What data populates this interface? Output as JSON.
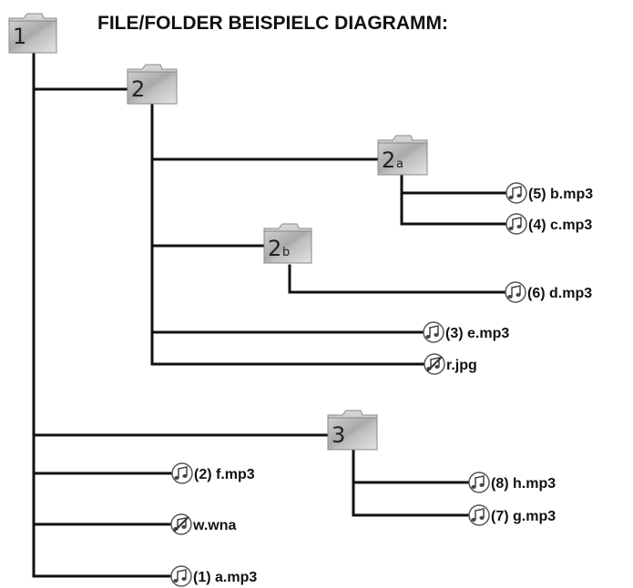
{
  "title": "FILE/FOLDER BEISPIELC DIAGRAMM:",
  "folders": [
    {
      "id": "f1",
      "main": "1",
      "sub": ""
    },
    {
      "id": "f2",
      "main": "2",
      "sub": ""
    },
    {
      "id": "f2a",
      "main": "2",
      "sub": "a"
    },
    {
      "id": "f2b",
      "main": "2",
      "sub": "b"
    },
    {
      "id": "f3",
      "main": "3",
      "sub": ""
    }
  ],
  "files": [
    {
      "id": "b",
      "label": "(5) b.mp3",
      "icon": "music-note-icon"
    },
    {
      "id": "c",
      "label": "(4) c.mp3",
      "icon": "music-note-icon"
    },
    {
      "id": "d",
      "label": "(6) d.mp3",
      "icon": "music-note-icon"
    },
    {
      "id": "e",
      "label": "(3) e.mp3",
      "icon": "music-note-icon"
    },
    {
      "id": "r",
      "label": "r.jpg",
      "icon": "music-note-crossed-icon"
    },
    {
      "id": "f",
      "label": "(2) f.mp3",
      "icon": "music-note-icon"
    },
    {
      "id": "w",
      "label": "w.wna",
      "icon": "music-note-crossed-icon"
    },
    {
      "id": "a",
      "label": "(1) a.mp3",
      "icon": "music-note-icon"
    },
    {
      "id": "h",
      "label": "(8) h.mp3",
      "icon": "music-note-icon"
    },
    {
      "id": "g",
      "label": "(7) g.mp3",
      "icon": "music-note-icon"
    }
  ]
}
